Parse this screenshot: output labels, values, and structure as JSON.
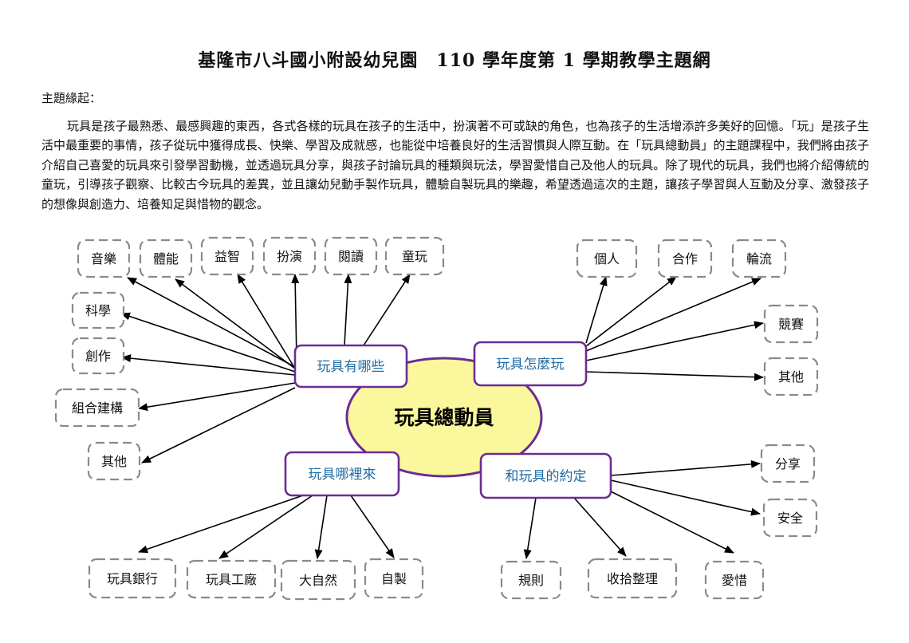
{
  "title": "基隆市八斗國小附設幼兒園　110 學年度第 1 學期教學主題網",
  "intro": {
    "heading": "主題緣起：",
    "paragraph": "玩具是孩子最熟悉、最感興趣的東西，各式各樣的玩具在孩子的生活中，扮演著不可或缺的角色，也為孩子的生活增添許多美好的回憶。「玩」是孩子生活中最重要的事情，孩子從玩中獲得成長、快樂、學習及成就感，也能從中培養良好的生活習慣與人際互動。在「玩具總動員」的主題課程中，我們將由孩子介紹自己喜愛的玩具來引發學習動機，並透過玩具分享，與孩子討論玩具的種類與玩法，學習愛惜自己及他人的玩具。除了現代的玩具，我們也將介紹傳統的童玩，引導孩子觀察、比較古今玩具的差異，並且讓幼兒動手製作玩具，體驗自製玩具的樂趣，希望透過這次的主題，讓孩子學習與人互動及分享、激發孩子的想像與創造力、培養知足與惜物的觀念。"
  },
  "mindmap": {
    "center": "玩具總動員",
    "branches": [
      {
        "label": "玩具有哪些",
        "leaves": [
          "音樂",
          "體能",
          "益智",
          "扮演",
          "閱讀",
          "童玩",
          "科學",
          "創作",
          "組合建構",
          "其他"
        ]
      },
      {
        "label": "玩具怎麼玩",
        "leaves": [
          "個人",
          "合作",
          "輪流",
          "競賽",
          "其他"
        ]
      },
      {
        "label": "玩具哪裡來",
        "leaves": [
          "玩具銀行",
          "玩具工廠",
          "大自然",
          "自製"
        ]
      },
      {
        "label": "和玩具的約定",
        "leaves": [
          "分享",
          "安全",
          "規則",
          "收拾整理",
          "愛惜"
        ]
      }
    ]
  },
  "colors": {
    "branch_border": "#6b2d91",
    "branch_text": "#1f6ba5",
    "center_fill": "#fbf79c",
    "leaf_border": "#8a8a8a"
  }
}
